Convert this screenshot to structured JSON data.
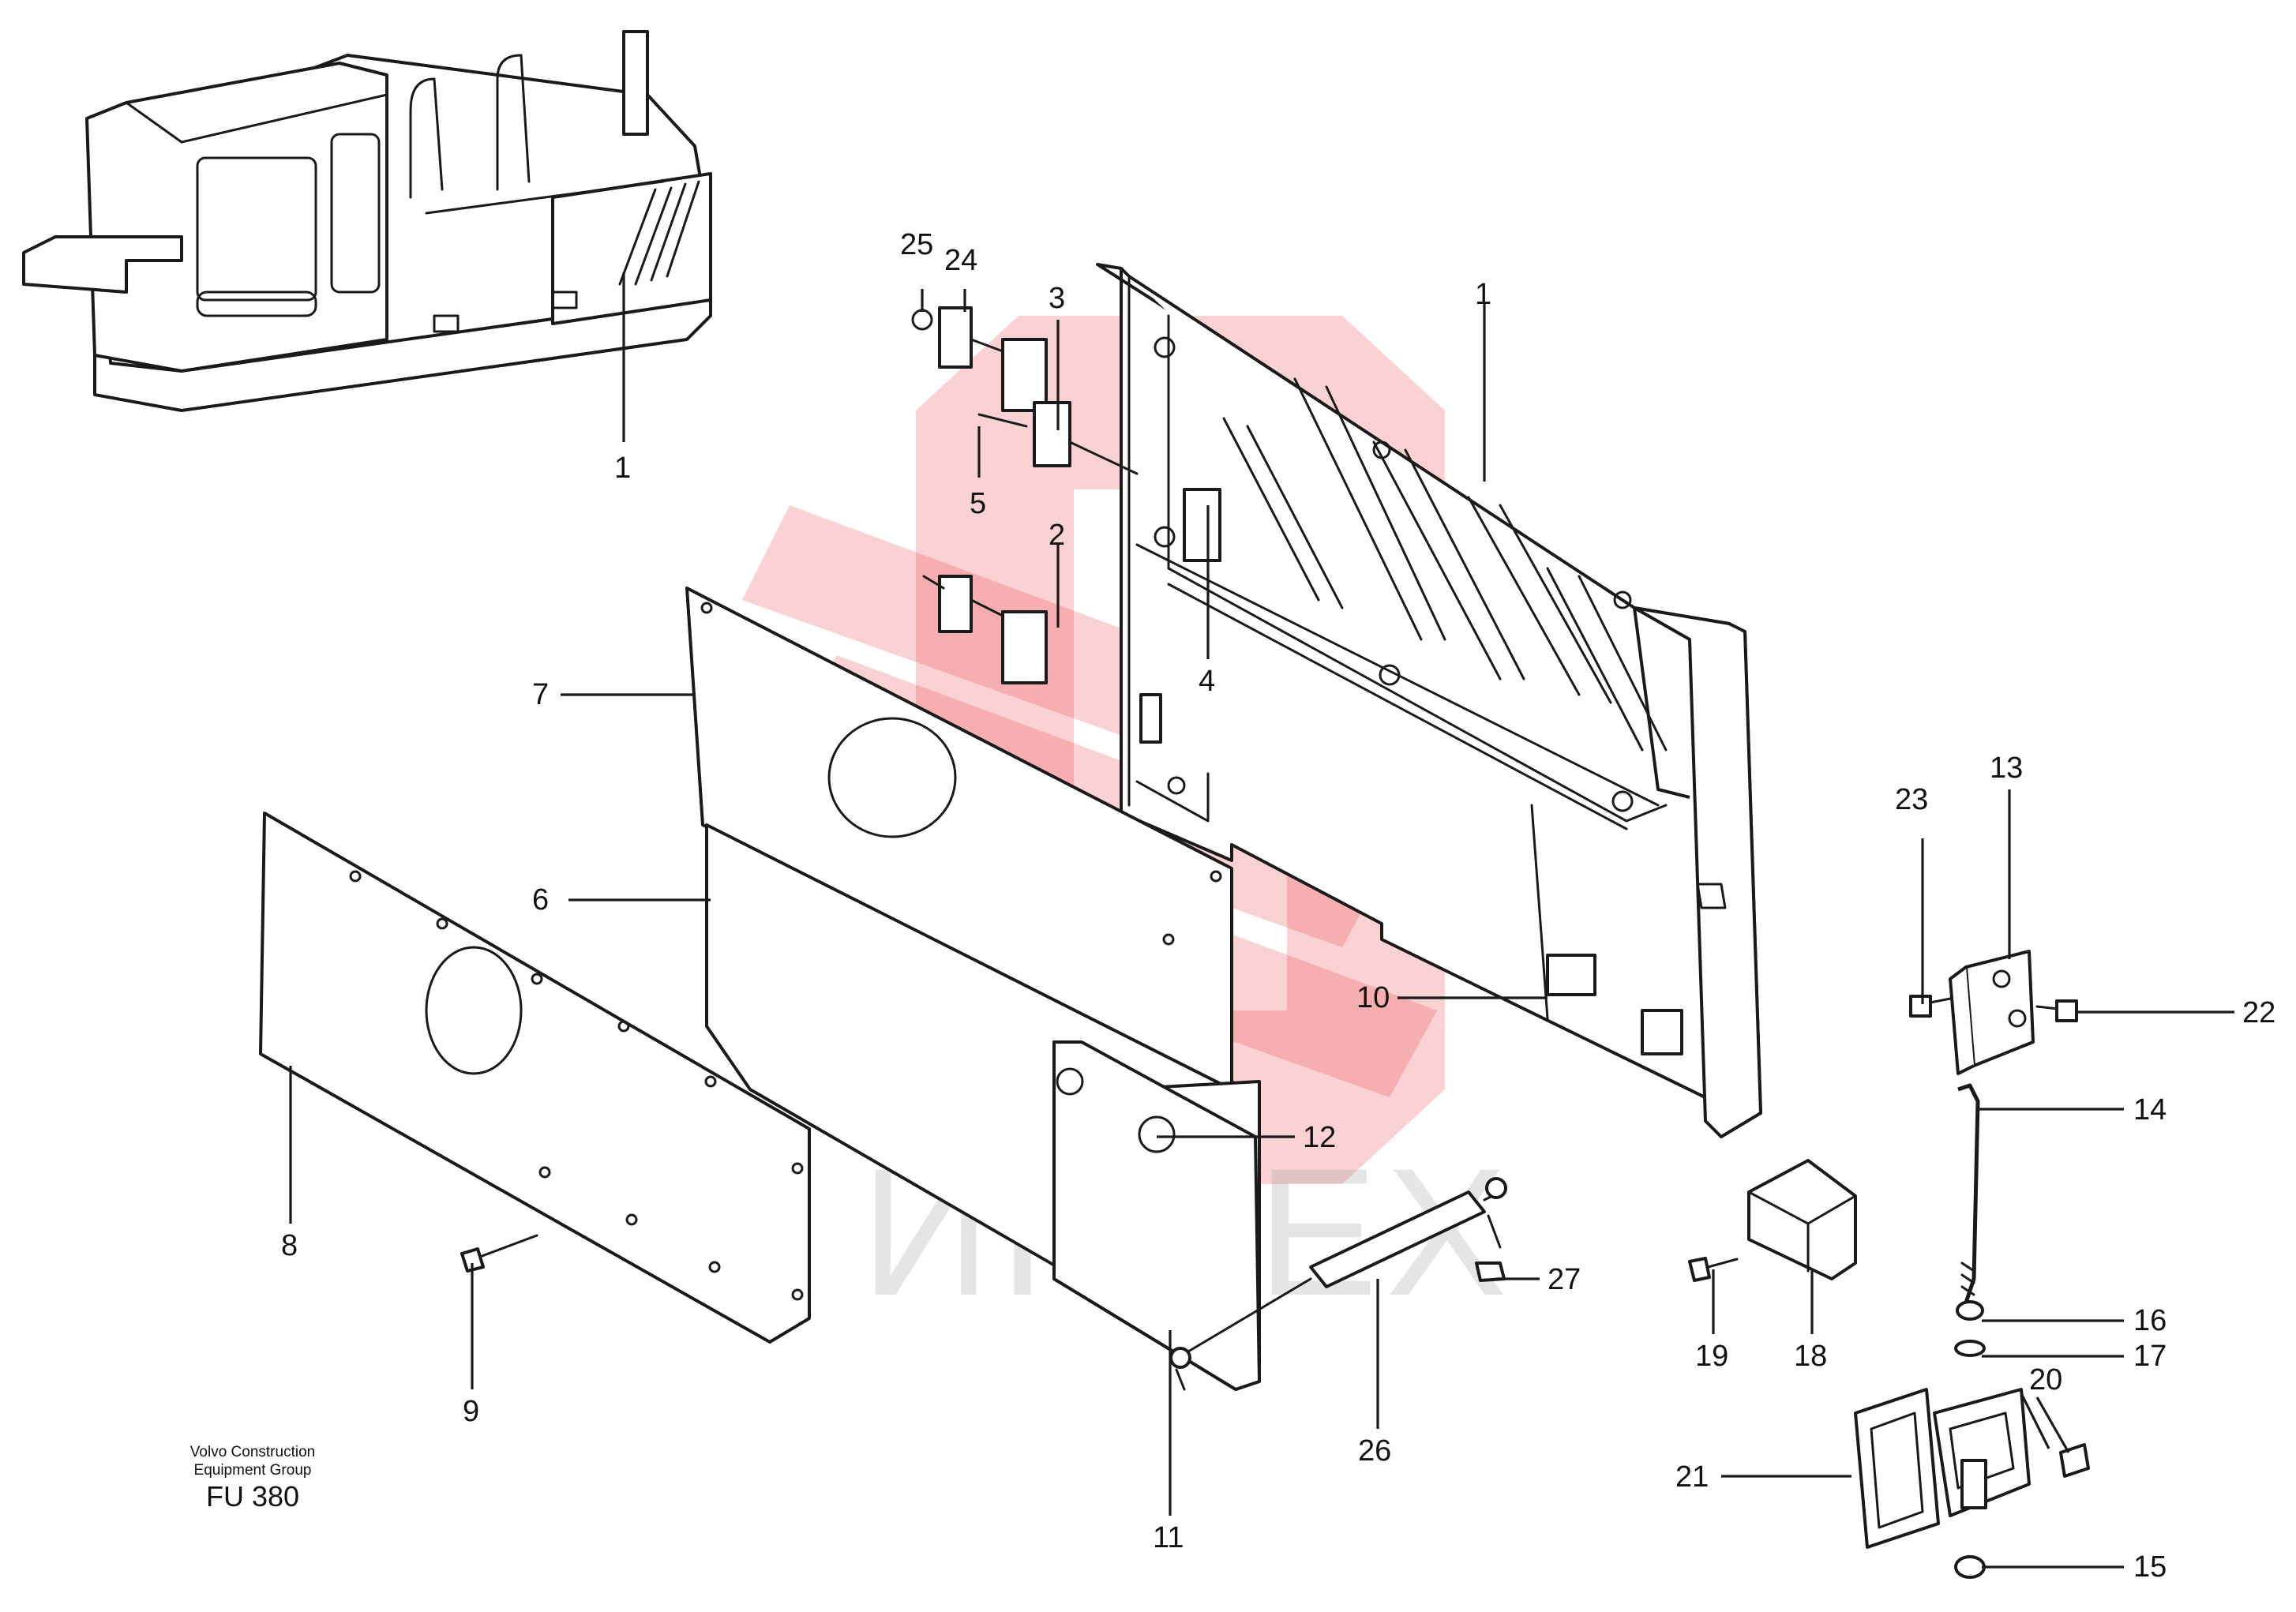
{
  "watermark": {
    "text": "ИНТЕХ",
    "color": "#e8202a"
  },
  "footer": {
    "line1": "Volvo Construction",
    "line2": "Equipment Group",
    "code": "FU 380"
  },
  "callouts": {
    "c1a": "1",
    "c1b": "1",
    "c2": "2",
    "c3": "3",
    "c4": "4",
    "c5": "5",
    "c6": "6",
    "c7": "7",
    "c8": "8",
    "c9": "9",
    "c10": "10",
    "c11": "11",
    "c12": "12",
    "c13": "13",
    "c14": "14",
    "c15": "15",
    "c16": "16",
    "c17": "17",
    "c18": "18",
    "c19": "19",
    "c20": "20",
    "c21": "21",
    "c22": "22",
    "c23": "23",
    "c24": "24",
    "c25": "25",
    "c26": "26",
    "c27": "27"
  }
}
